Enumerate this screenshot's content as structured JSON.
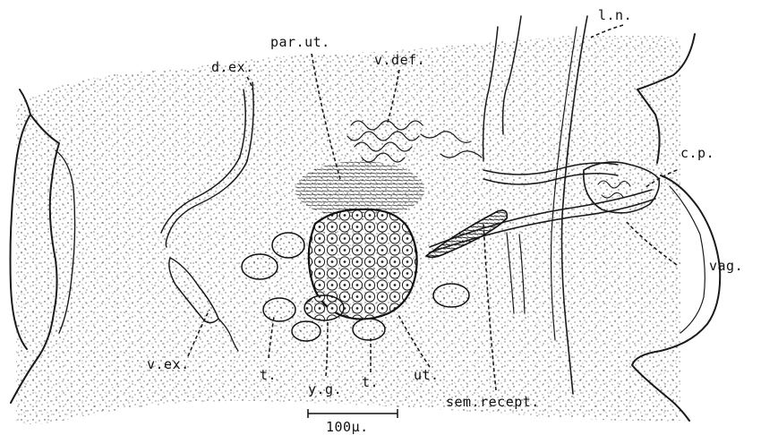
{
  "labels": {
    "par_ut": "par.ut.",
    "v_def": "v.def.",
    "l_n": "l.n.",
    "d_ex": "d.ex.",
    "c_p": "c.p.",
    "vag": "vag.",
    "v_ex": "v.ex.",
    "t_left": "t.",
    "y_g": "y.g.",
    "t_right": "t.",
    "ut": "ut.",
    "sem_recept": "sem.recept."
  },
  "scale_bar": {
    "label": "100µ."
  },
  "colors": {
    "ink": "#1a1a1a",
    "stipple": "#3a3a3a",
    "background": "#ffffff"
  }
}
